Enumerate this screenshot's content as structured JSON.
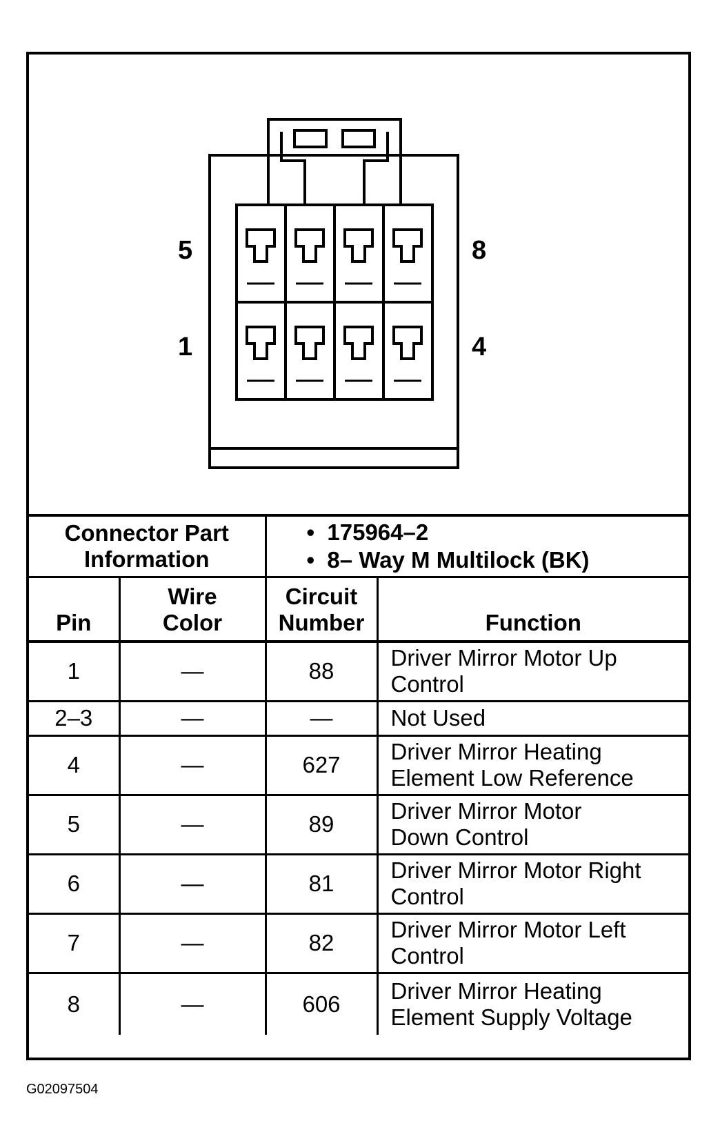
{
  "diagram": {
    "pin_labels": {
      "top_left": "5",
      "bottom_left": "1",
      "top_right": "8",
      "bottom_right": "4"
    }
  },
  "connector_info": {
    "title": "Connector Part\nInformation",
    "items": [
      "175964–2",
      "8– Way M Multilock (BK)"
    ]
  },
  "table": {
    "headers": {
      "pin": "Pin",
      "wire_color": "Wire\nColor",
      "circuit_number": "Circuit\nNumber",
      "function": "Function"
    },
    "rows": [
      {
        "pin": "1",
        "wire_color": "—",
        "circuit": "88",
        "function": "Driver Mirror Motor Up\nControl"
      },
      {
        "pin": "2–3",
        "wire_color": "—",
        "circuit": "—",
        "function": "Not Used"
      },
      {
        "pin": "4",
        "wire_color": "—",
        "circuit": "627",
        "function": "Driver Mirror Heating\nElement Low Reference"
      },
      {
        "pin": "5",
        "wire_color": "—",
        "circuit": "89",
        "function": "Driver Mirror Motor\nDown Control"
      },
      {
        "pin": "6",
        "wire_color": "—",
        "circuit": "81",
        "function": "Driver Mirror Motor Right\nControl"
      },
      {
        "pin": "7",
        "wire_color": "—",
        "circuit": "82",
        "function": "Driver Mirror Motor Left\nControl"
      },
      {
        "pin": "8",
        "wire_color": "—",
        "circuit": "606",
        "function": "Driver Mirror Heating\nElement Supply Voltage"
      }
    ]
  },
  "figure_id": "G02097504"
}
